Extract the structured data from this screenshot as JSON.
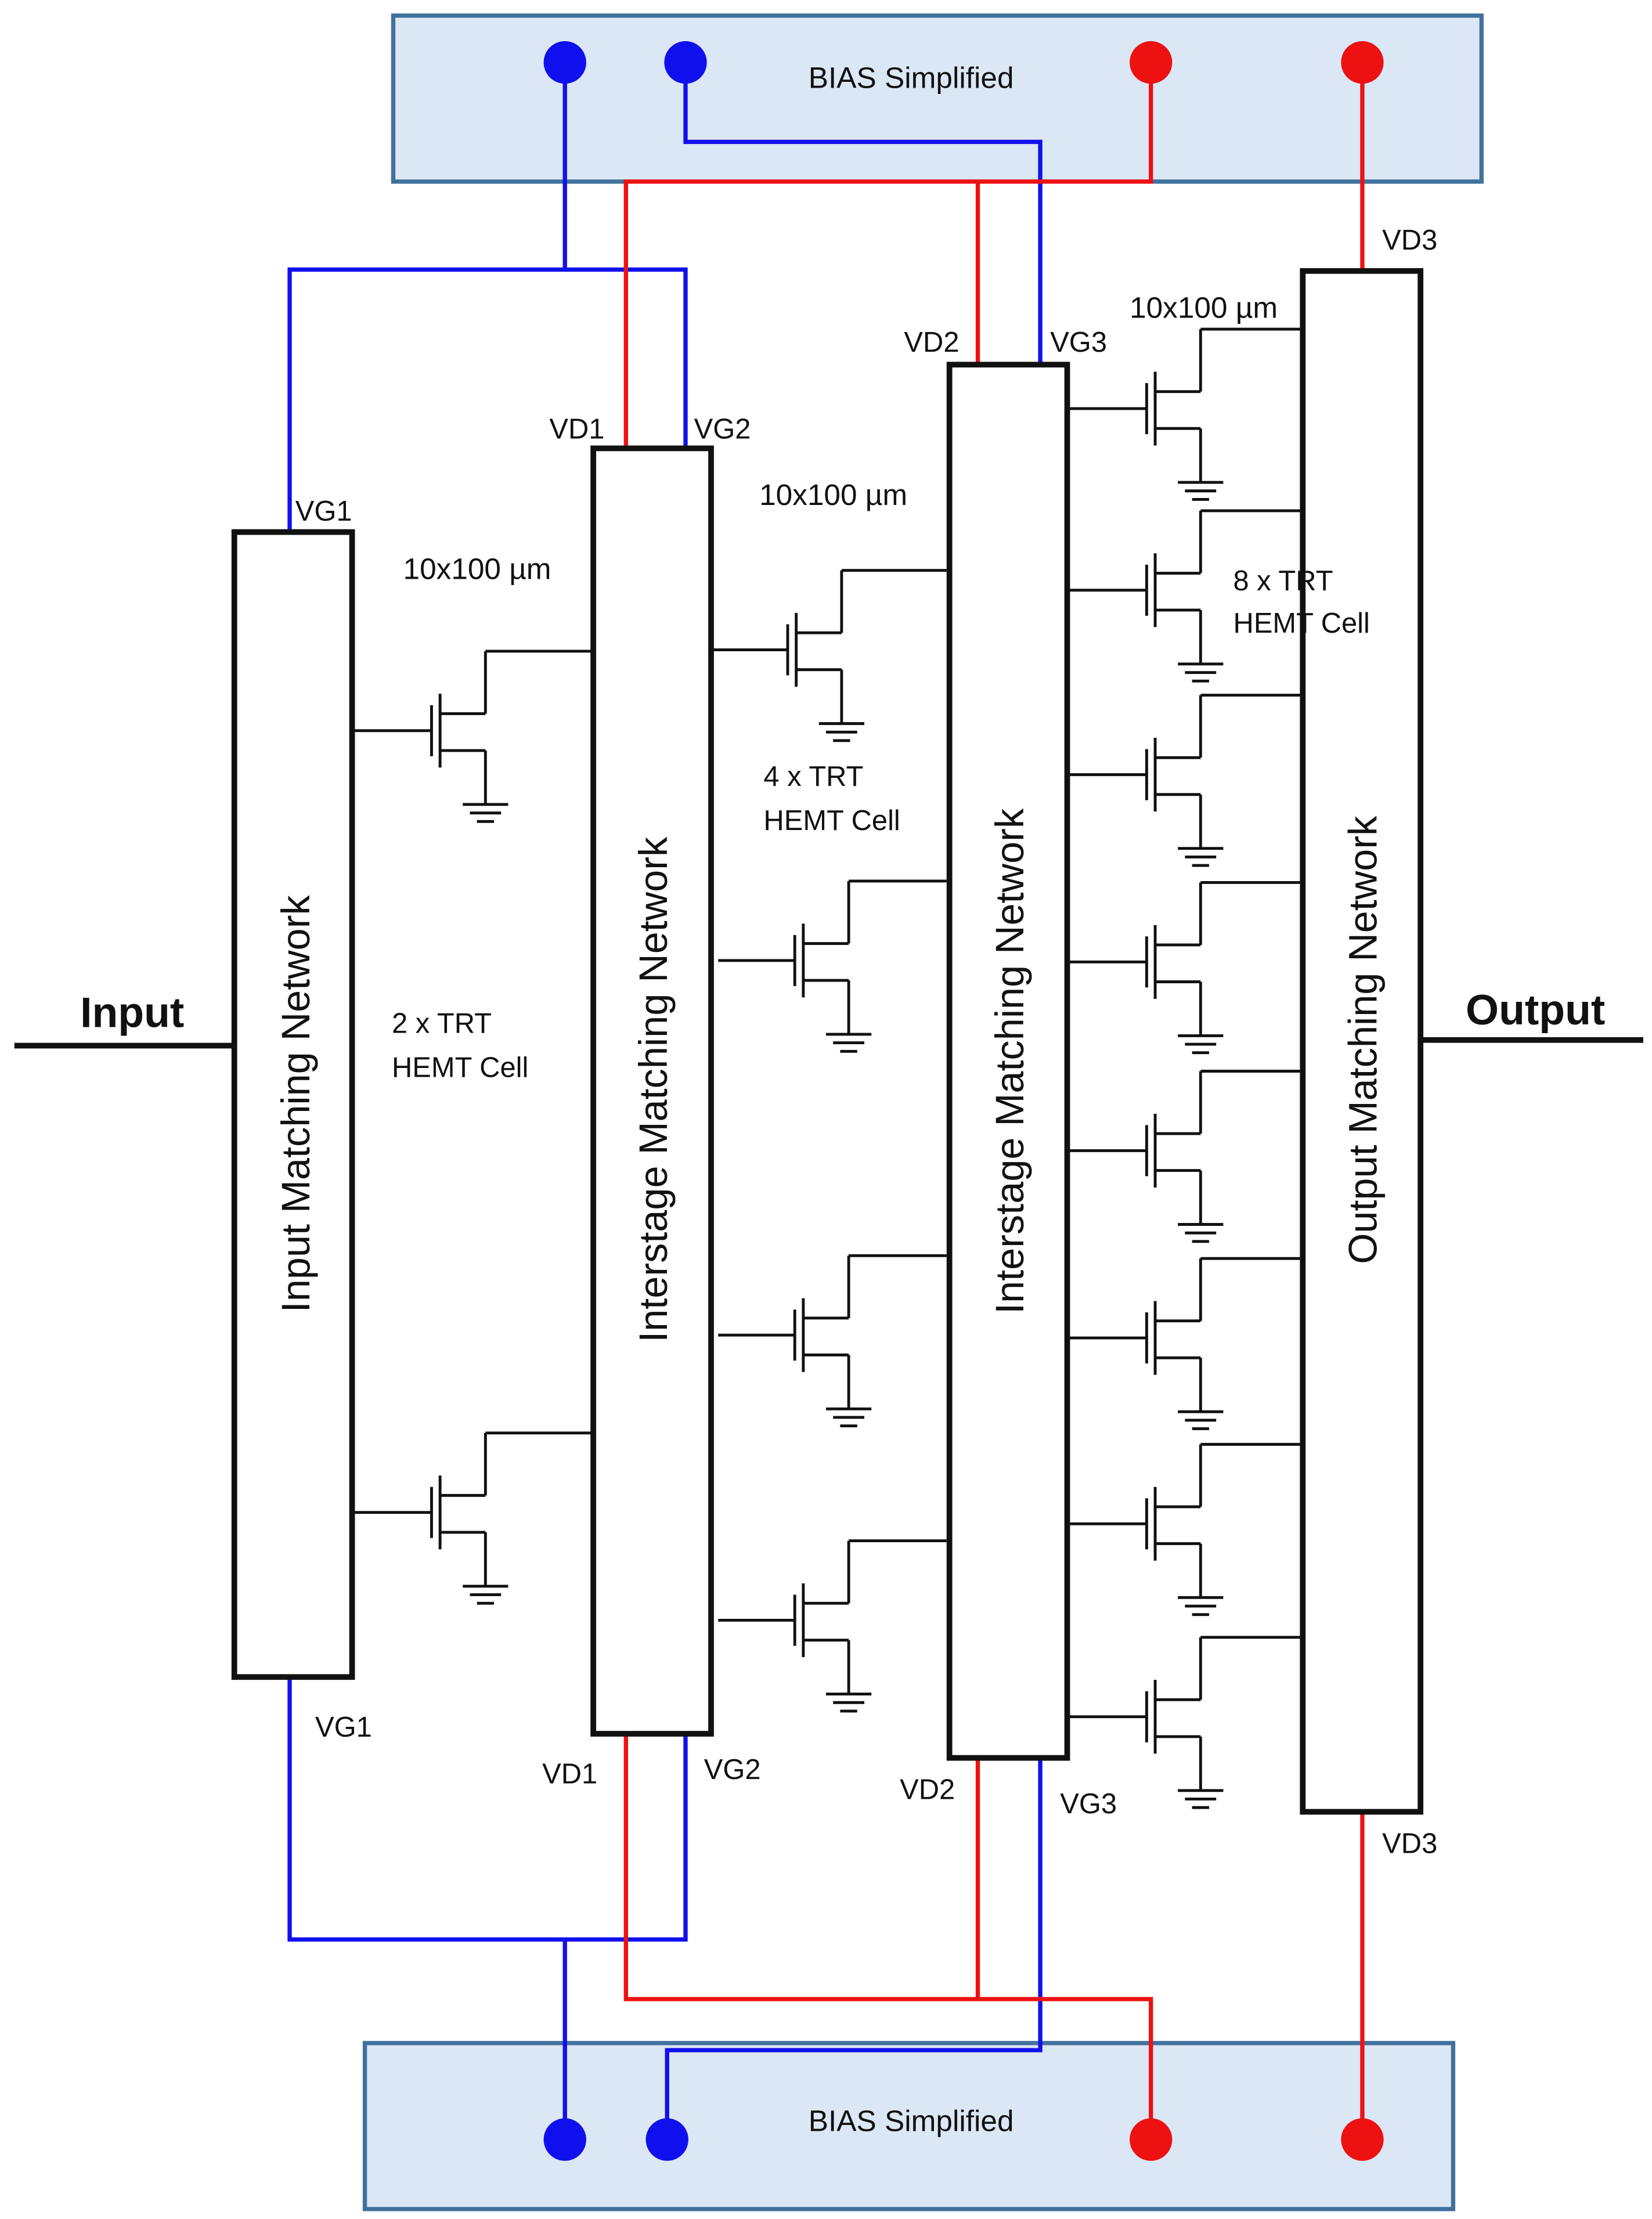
{
  "colors": {
    "blue": "#1010ee",
    "red": "#ee1111",
    "bias_fill": "#dbe7f5",
    "bias_stroke": "#41719c",
    "wire": "#111111"
  },
  "bias_top": {
    "title": "BIAS Simplified"
  },
  "bias_bottom": {
    "title": "BIAS Simplified"
  },
  "ports": {
    "input": "Input",
    "output": "Output"
  },
  "blocks": {
    "input_mn": "Input Matching Network",
    "interstage1": "Interstage Matching Network",
    "interstage2": "Interstage Matching Network",
    "output_mn": "Output Matching Network"
  },
  "pins": {
    "vg1_top": "VG1",
    "vd1_top": "VD1",
    "vg2_top": "VG2",
    "vd2_top": "VD2",
    "vg3_top": "VG3",
    "vd3_top": "VD3",
    "vg1_bot": "VG1",
    "vd1_bot": "VD1",
    "vg2_bot": "VG2",
    "vd2_bot": "VD2",
    "vg3_bot": "VG3",
    "vd3_bot": "VD3"
  },
  "stages": {
    "stage1": {
      "size": "10x100 µm",
      "count_line": "2 x  TRT",
      "cell_line": "HEMT Cell"
    },
    "stage2": {
      "size": "10x100 µm",
      "count_line": "4 x  TRT",
      "cell_line": "HEMT Cell"
    },
    "stage3": {
      "size": "10x100 µm",
      "count_line": "8 x  TRT",
      "cell_line": "HEMT Cell"
    }
  }
}
